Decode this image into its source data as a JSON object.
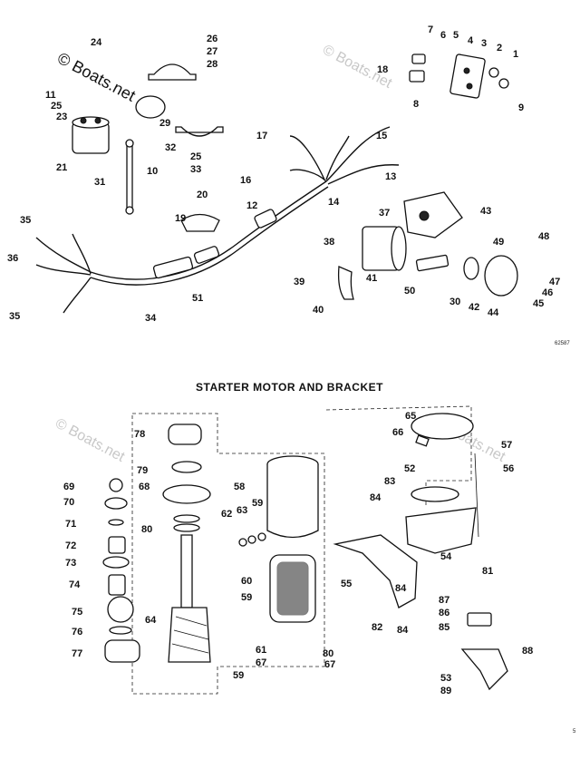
{
  "watermark": {
    "main": "© Boats.net",
    "faint": "© Boats.net"
  },
  "section_title": "STARTER MOTOR AND BRACKET",
  "figure_codes": {
    "top": "62587",
    "bottom": "5"
  },
  "labels_top": [
    "1",
    "2",
    "3",
    "4",
    "5",
    "6",
    "7",
    "8",
    "9",
    "10",
    "11",
    "12",
    "13",
    "14",
    "15",
    "16",
    "17",
    "18",
    "19",
    "20",
    "21",
    "23",
    "24",
    "25",
    "25",
    "26",
    "27",
    "28",
    "29",
    "30",
    "31",
    "32",
    "33",
    "34",
    "35",
    "35",
    "36",
    "37",
    "38",
    "39",
    "40",
    "41",
    "42",
    "43",
    "44",
    "45",
    "46",
    "47",
    "48",
    "49",
    "50",
    "51"
  ],
  "labels_bottom": [
    "52",
    "53",
    "54",
    "55",
    "56",
    "57",
    "58",
    "59",
    "59",
    "59",
    "60",
    "61",
    "62",
    "63",
    "64",
    "65",
    "66",
    "67",
    "67",
    "68",
    "69",
    "70",
    "71",
    "72",
    "73",
    "74",
    "75",
    "76",
    "77",
    "78",
    "79",
    "80",
    "80",
    "81",
    "82",
    "83",
    "84",
    "84",
    "84",
    "85",
    "86",
    "87",
    "88",
    "89"
  ]
}
